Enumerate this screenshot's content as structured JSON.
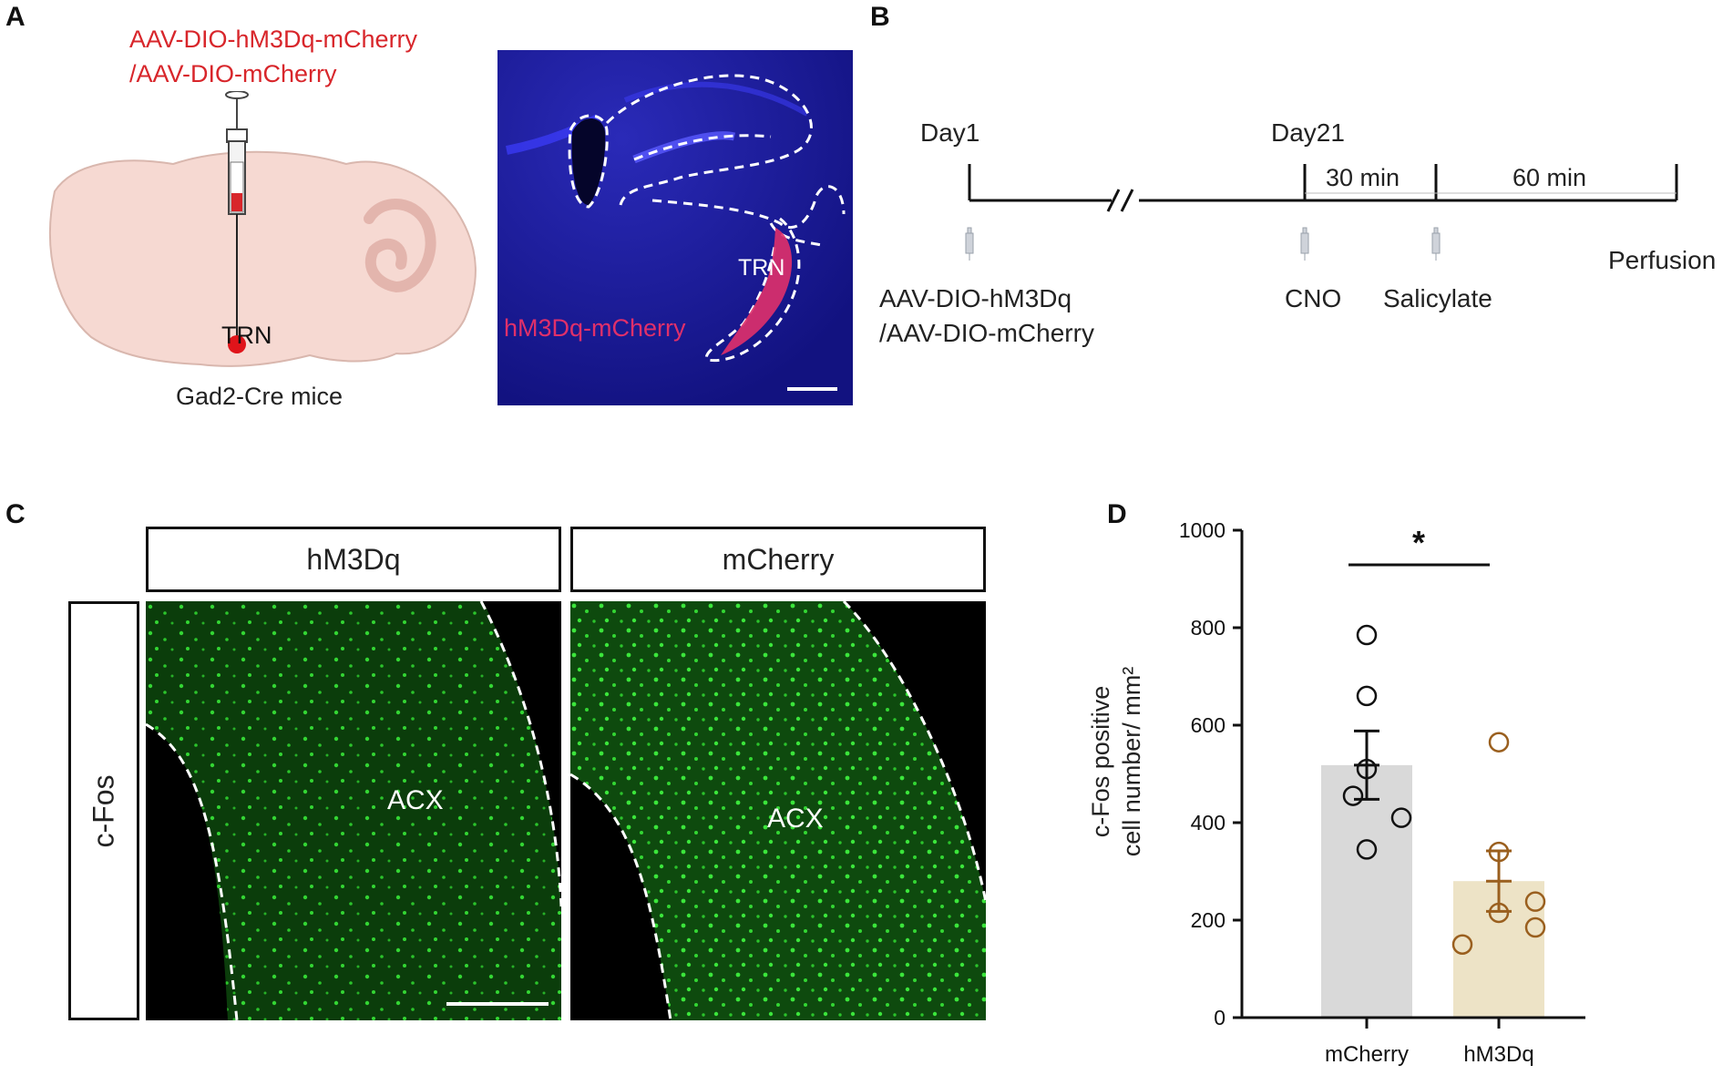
{
  "panels": {
    "a": {
      "letter": "A",
      "virus_line1": "AAV-DIO-hM3Dq-mCherry",
      "virus_line2": "/AAV-DIO-mCherry",
      "target_label": "TRN",
      "mouse_label": "Gad2-Cre mice",
      "micrograph_region_label": "TRN",
      "micrograph_stain_label": "hM3Dq-mCherry"
    },
    "b": {
      "letter": "B",
      "day1": "Day1",
      "day21": "Day21",
      "interval1": "30 min",
      "interval2": "60 min",
      "inject_line1": "AAV-DIO-hM3Dq",
      "inject_line2": "/AAV-DIO-mCherry",
      "cno": "CNO",
      "salicylate": "Salicylate",
      "perfusion": "Perfusion"
    },
    "c": {
      "letter": "C",
      "col1": "hM3Dq",
      "col2": "mCherry",
      "row_label": "c-Fos",
      "region1": "ACX",
      "region2": "ACX"
    },
    "d": {
      "letter": "D",
      "significance": "*"
    }
  },
  "colors": {
    "red_text": "#d8262b",
    "dapi_blue": "#1a1a9a",
    "mcherry_red": "#e0306a",
    "cfos_green": "#33d633",
    "brain_fill": "#f6d9d2",
    "bar_mcherry": "#d9d9d9",
    "bar_hm3dq": "#ede3c6",
    "hm3dq_marker": "#9a5f1e"
  },
  "chart_data": {
    "type": "bar",
    "categories": [
      "mCherry",
      "hM3Dq"
    ],
    "ylabel_line1": "c-Fos positive",
    "ylabel_line2": "cell number/ mm²",
    "ylim": [
      0,
      1000
    ],
    "yticks": [
      0,
      200,
      400,
      600,
      800,
      1000
    ],
    "means": [
      518,
      280
    ],
    "sem": [
      70,
      62
    ],
    "points": [
      [
        785,
        660,
        510,
        455,
        410,
        345
      ],
      [
        565,
        340,
        215,
        238,
        185,
        150
      ]
    ],
    "significance_label": "*"
  }
}
